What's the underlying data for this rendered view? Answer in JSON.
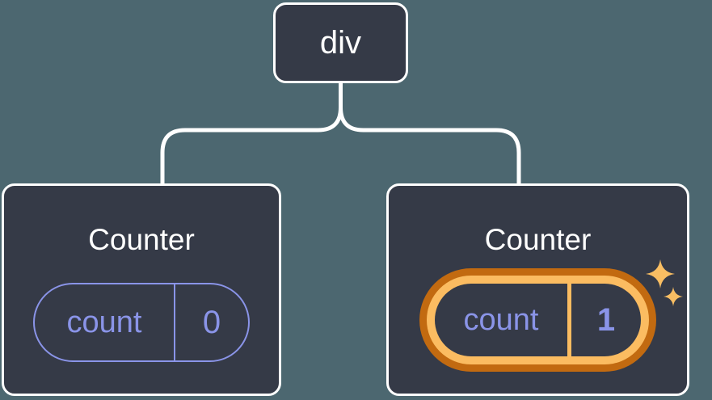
{
  "tree": {
    "root": {
      "label": "div"
    },
    "children": [
      {
        "title": "Counter",
        "state_key": "count",
        "state_value": "0",
        "highlighted": false
      },
      {
        "title": "Counter",
        "state_key": "count",
        "state_value": "1",
        "highlighted": true
      }
    ]
  },
  "icons": {
    "sparkles": "sparkles-icon"
  },
  "colors": {
    "background": "#4c6770",
    "node_fill": "#353a47",
    "node_border": "#ffffff",
    "state_accent": "#8a94e8",
    "highlight_outer": "#c26a10",
    "highlight_inner": "#fbbc61",
    "sparkle": "#f9be63",
    "connector": "#ffffff"
  }
}
